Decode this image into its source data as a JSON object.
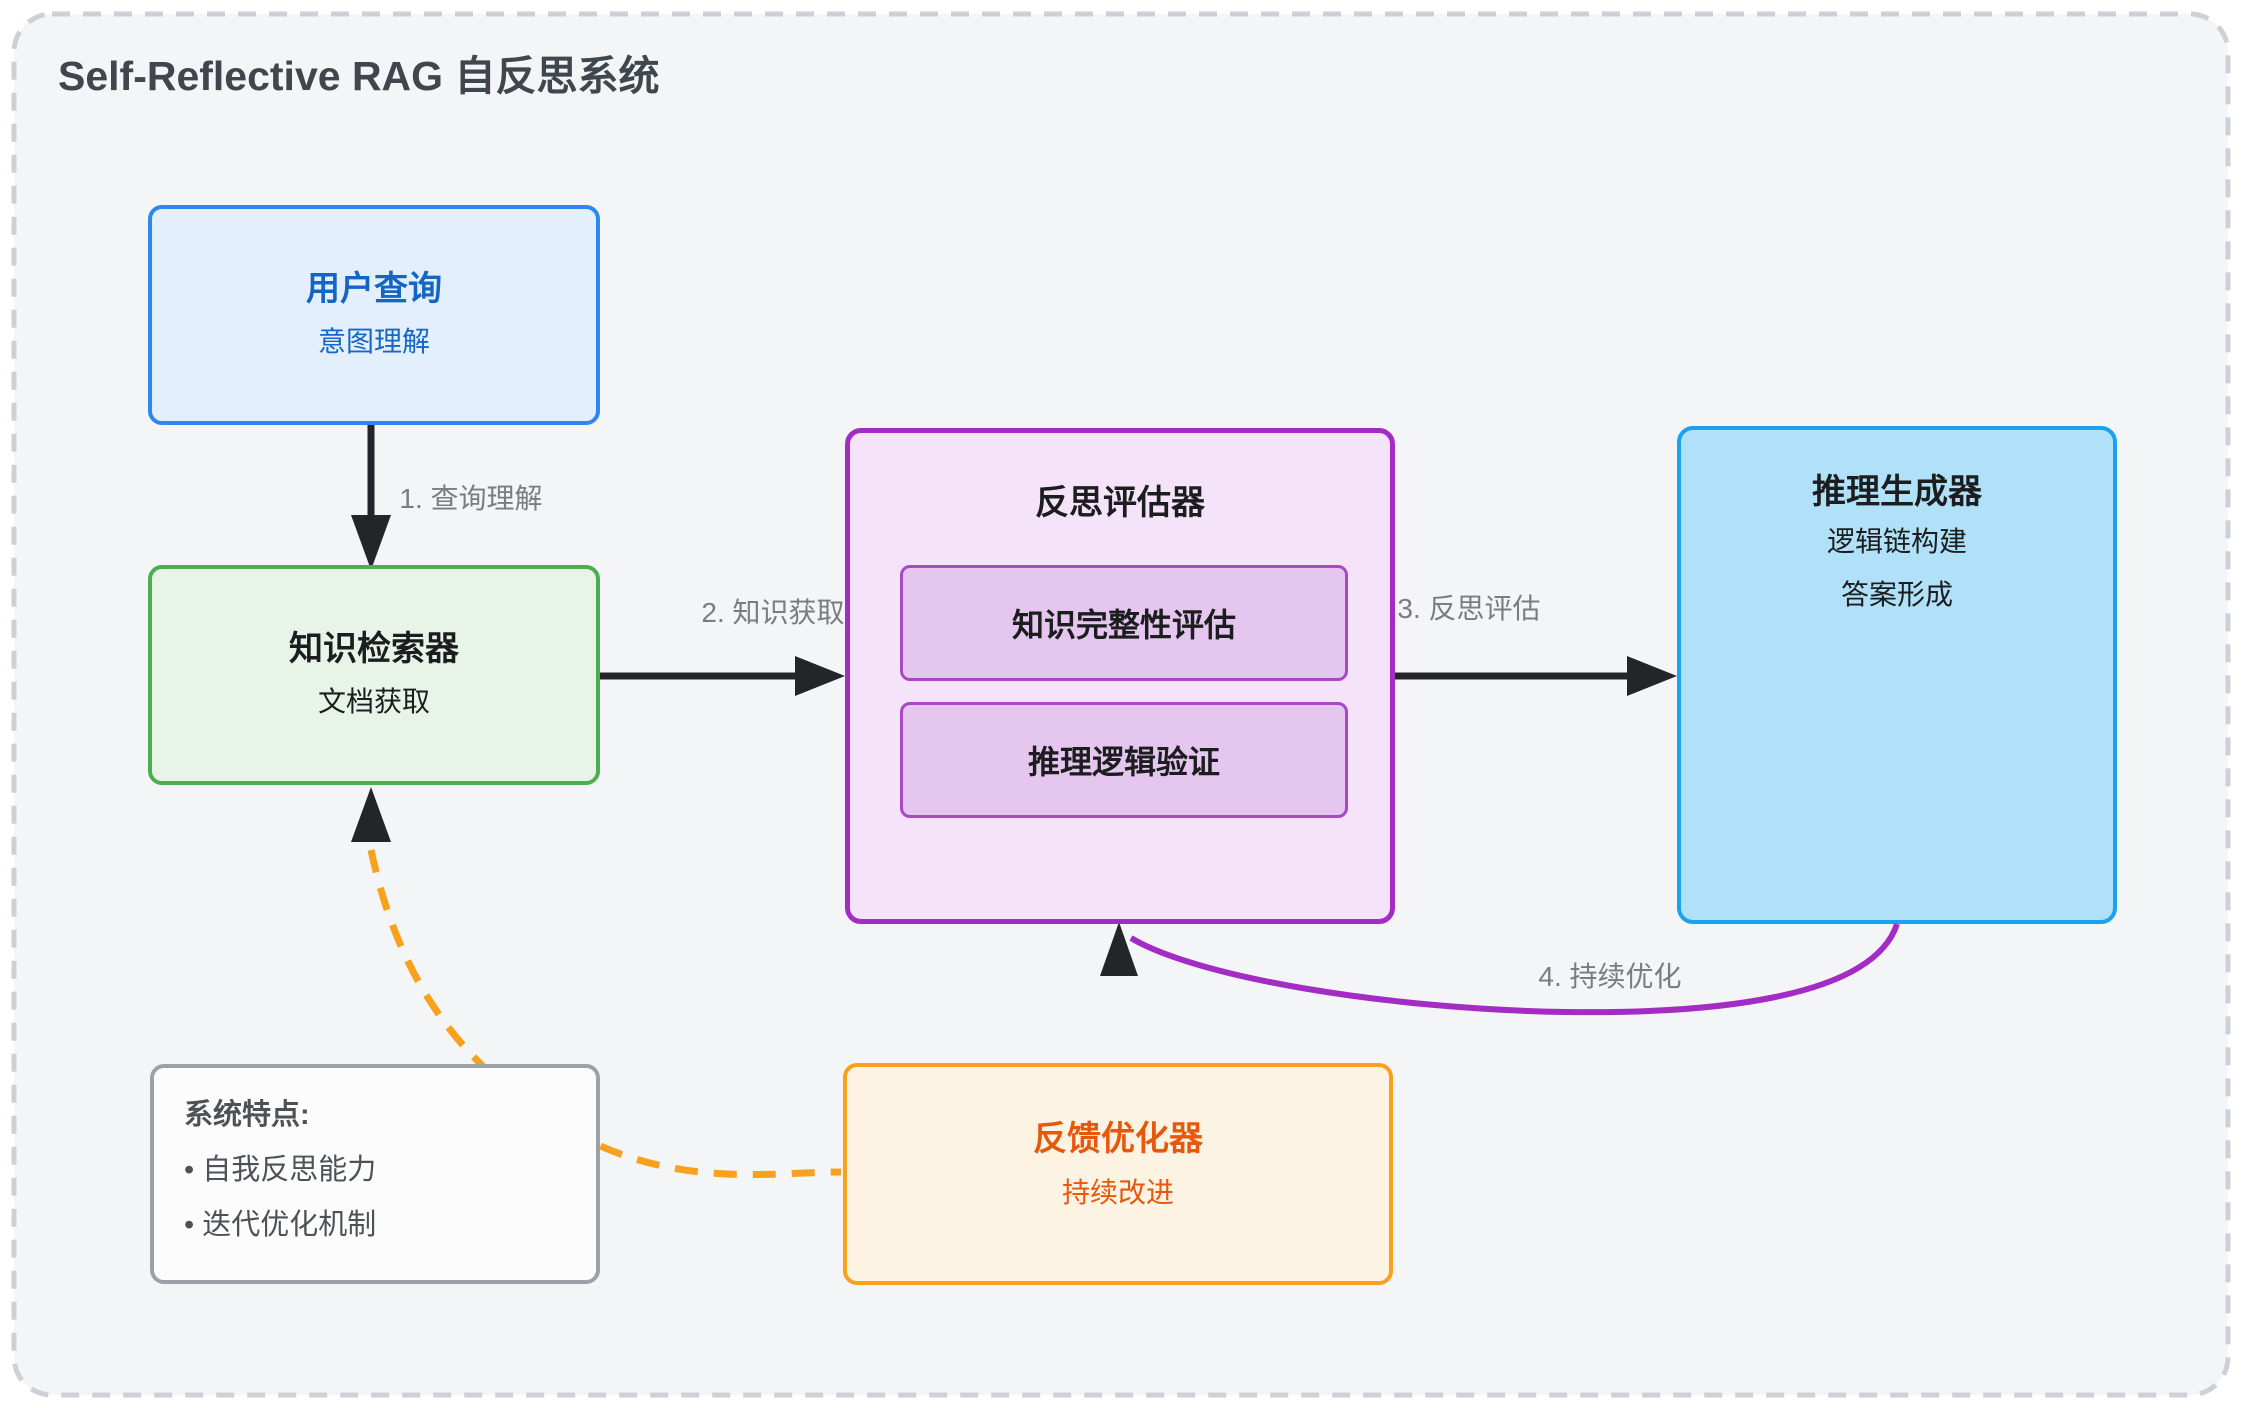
{
  "diagram": {
    "title": "Self-Reflective RAG 自反思系统"
  },
  "nodes": {
    "user_query": {
      "title": "用户查询",
      "subtitle": "意图理解"
    },
    "knowledge_retriever": {
      "title": "知识检索器",
      "subtitle": "文档获取"
    },
    "reflection_evaluator": {
      "title": "反思评估器",
      "items": [
        "知识完整性评估",
        "推理逻辑验证"
      ]
    },
    "reasoning_generator": {
      "title": "推理生成器",
      "line2": "逻辑链构建",
      "line3": "答案形成"
    },
    "feedback_optimizer": {
      "title": "反馈优化器",
      "subtitle": "持续改进"
    },
    "system_features": {
      "heading": "系统特点:",
      "bullets": [
        "• 自我反思能力",
        "• 迭代优化机制"
      ]
    }
  },
  "edges": {
    "step1": {
      "label": "1. 查询理解"
    },
    "step2": {
      "label": "2. 知识获取"
    },
    "step3": {
      "label": "3. 反思评估"
    },
    "step4": {
      "label": "4. 持续优化"
    }
  },
  "colors": {
    "panel_background": "#f4f5f7",
    "panel_border": "#cdd1d7",
    "title_text": "#40464d",
    "user_query_border": "#2e86f0",
    "user_query_fill": "#e3effc",
    "user_query_text": "#1565c5",
    "knowledge_retriever_border": "#4cae51",
    "knowledge_retriever_fill": "#e9f4e9",
    "reflection_evaluator_border": "#a32cc4",
    "reflection_evaluator_fill": "#f4e3f9",
    "reflection_inner_border": "#aa46c8",
    "reflection_inner_fill": "#e4c6ef",
    "reasoning_generator_border": "#1ba2ee",
    "reasoning_generator_fill": "#b0e1f8",
    "feedback_optimizer_border": "#f8a11c",
    "feedback_optimizer_fill": "#fdf3e3",
    "feedback_optimizer_text": "#e8580c",
    "system_features_border": "#9ba1a7",
    "system_features_fill": "#fcfcfd",
    "system_features_text": "#4e5256",
    "arrow": "#232528",
    "edge_label_text": "#797c80",
    "optimize_curve": "#a32cc4",
    "feedback_dashed_curve": "#f8a11c"
  }
}
